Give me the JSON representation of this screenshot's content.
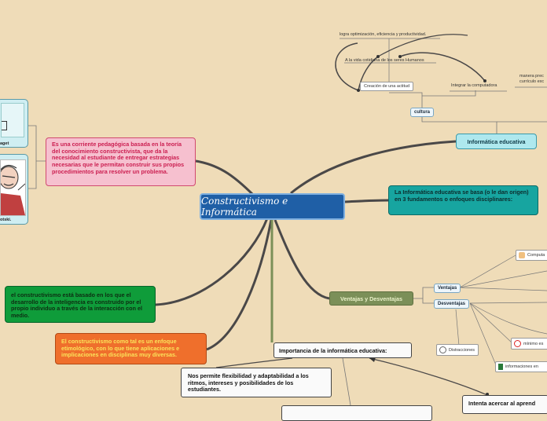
{
  "central": {
    "title": "Constructivismo e Informática"
  },
  "left_nodes": {
    "definition": "Es una corriente pedagógica basada en la teoría del conocimiento constructivista, que da la necesidad al estudiante de entregar estrategias necesarias que le permitan construir sus propios procedimientos para resolver un problema.",
    "intelligence": "el constructivismo está basado en los que el desarrollo de la inteligencia es construido por el propio individuo a través de la interacción con el medio.",
    "etymology": "El constructivismo como tal es un enfoque etimológico, con lo que tiene aplicaciones e implicaciones en disciplinas muy diversas.",
    "piaget_caption": "aget",
    "vygotsky_caption": "otski."
  },
  "right_nodes": {
    "informatica_educativa": "Informática educativa",
    "fundamentos": "La Informática educativa se basa (o le dan origen) en 3 fundamentos o enfoques disciplinares:",
    "cultura": "cultura",
    "logra": "logra optimización, eficiencia y productividad.",
    "vida": "A la vida cotidiana de los seres Humanos",
    "creacion": "Creación de una actitud",
    "integrar": "Integrar la computadora",
    "manera": "manera prec",
    "curriculo": "currículo exc"
  },
  "ventajas_branch": {
    "title": "Ventajas y Desventajas",
    "ventajas": "Ventajas",
    "desventajas": "Desventajas",
    "computa": "Computa",
    "distracciones": "Distracciones",
    "minimo": "mínimo es",
    "informaciones": "informaciones en"
  },
  "importance_branch": {
    "title": "Importancia de la informática educativa:",
    "flexibility": "Nos permite flexibilidad y adaptabilidad a los ritmos, intereses y posibilidades de los estudiantes.",
    "intenta": "Intenta acercar al aprend"
  },
  "colors": {
    "background": "#efdcb8",
    "central": "#1f5fa6",
    "branch": "#4a4848",
    "olive_branch": "#7b8f58"
  }
}
